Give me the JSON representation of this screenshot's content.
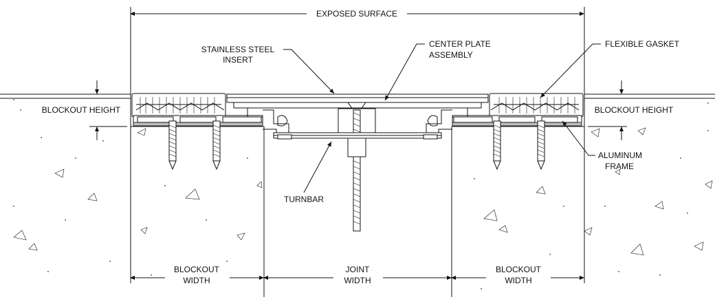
{
  "labels": {
    "exposed_surface": "EXPOSED SURFACE",
    "stainless_insert_line1": "STAINLESS STEEL",
    "stainless_insert_line2": "INSERT",
    "center_plate_line1": "CENTER PLATE",
    "center_plate_line2": "ASSEMBLY",
    "flexible_gasket": "FLEXIBLE GASKET",
    "blockout_height_left": "BLOCKOUT HEIGHT",
    "blockout_height_right": "BLOCKOUT HEIGHT",
    "aluminum_frame_line1": "ALUMINUM",
    "aluminum_frame_line2": "FRAME",
    "turnbar": "TURNBAR",
    "blockout_width_left_line1": "BLOCKOUT",
    "blockout_width_left_line2": "WIDTH",
    "joint_width_line1": "JOINT",
    "joint_width_line2": "WIDTH",
    "blockout_width_right_line1": "BLOCKOUT",
    "blockout_width_right_line2": "WIDTH"
  },
  "colors": {
    "line": "#111111",
    "background": "#ffffff",
    "concrete_speckle": "#333333"
  }
}
